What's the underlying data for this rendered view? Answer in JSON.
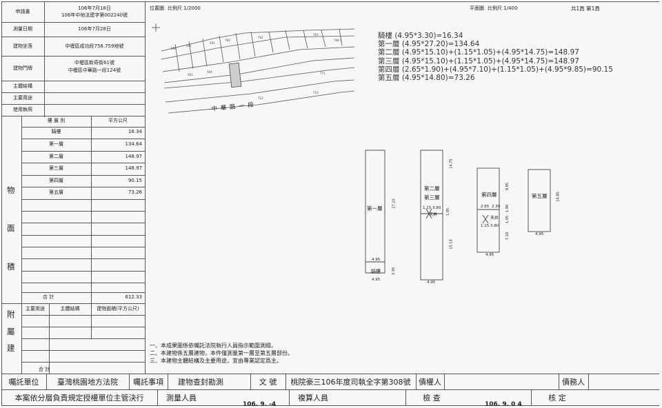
{
  "left_table": {
    "rows": [
      {
        "label": "申請書",
        "value": [
          "106年7月18日",
          "106年中地法建字第002240號"
        ]
      },
      {
        "label": "測量日期",
        "value": [
          "106年7月28日"
        ]
      },
      {
        "label": "建物坐落",
        "value": [
          "中壢區成功段758.759地號"
        ]
      },
      {
        "label": "建物門牌",
        "value": [
          "中壢區新奇街61號",
          "中壢區中華路一段124號"
        ]
      },
      {
        "label": "主體結構",
        "value": []
      },
      {
        "label": "主要用途",
        "value": []
      },
      {
        "label": "使用執照",
        "value": []
      }
    ],
    "area_header": {
      "floor": "樓 層 別",
      "unit": "平方公尺"
    },
    "side_chars": [
      "物",
      "面",
      "積"
    ],
    "area_rows": [
      {
        "floor": "騎樓",
        "area": "16.34"
      },
      {
        "floor": "第一層",
        "area": "134.64"
      },
      {
        "floor": "第二層",
        "area": "148.97"
      },
      {
        "floor": "第三層",
        "area": "148.97"
      },
      {
        "floor": "第四層",
        "area": "90.15"
      },
      {
        "floor": "第五層",
        "area": "73.26"
      }
    ],
    "total_label": "合   計",
    "total_value": "612.33",
    "annex_side": [
      "附",
      "屬",
      "建"
    ],
    "annex_headers": [
      "主要用途",
      "主體結構",
      "建物面積(平方公尺)"
    ],
    "annex_total_label": "合   計"
  },
  "location_map": {
    "label": "位置圖",
    "scale": "比例尺  1/2000",
    "road_name": "中   華   路   一   段"
  },
  "plan": {
    "label": "平面圖",
    "scale": "比例尺  1/400",
    "page": "共1頁  第1頁"
  },
  "calculations": [
    "騎樓 (4.95*3.30)=16.34",
    "第一層 (4.95*27.20)=134.64",
    "第二層 (4.95*15.10)+(1.15*1.05)+(4.95*14.75)=148.97",
    "第三層 (4.95*15.10)+(1.15*1.05)+(4.95*14.75)=148.97",
    "第四層 (2.65*1.90)+(4.95*7.10)+(1.15*1.05)+(4.95*9.85)=90.15",
    "第五層 (4.95*14.80)=73.26"
  ],
  "floor_plans": {
    "p1": {
      "label": "第一層",
      "arcade": "騎樓",
      "dim_side": "27.20",
      "dim_w": "4.95",
      "dim_arcade": "3.30",
      "dim_bottom": "4.95"
    },
    "p23": {
      "label_a": "第二層",
      "label_b": "第三層",
      "dim_top": "14.75",
      "dim_a": "1.15",
      "dim_b": "3.80",
      "dim_c": "1.05",
      "void": "天井",
      "dim_mid": "15.10",
      "dim_bottom": "4.95"
    },
    "p4": {
      "label": "第四層",
      "dim_top": "9.85",
      "dim_a": "2.65",
      "dim_b": "2.30",
      "dim_c": "1.90",
      "dim_d": "1.05",
      "dim_e": "1.15",
      "dim_f": "3.80",
      "void": "天井",
      "dim_mid": "7.10",
      "dim_bottom": "4.95"
    },
    "p5": {
      "label": "第五層",
      "dim_side": "14.80",
      "dim_bottom": "4.95"
    }
  },
  "notes": [
    "一、本成果圖係依囑託法院執行人員指示範圍測繪。",
    "二、本建物係五層建物，本件僅測量第一層至第五層部份。",
    "三、本建物主體結構及主要用途，宜由專業認定爲主。"
  ],
  "bottom": {
    "r1": {
      "entrust_unit_label": "囑託單位",
      "entrust_unit": "臺灣桃園地方法院",
      "entrust_item_label": "囑託事項",
      "entrust_item": "建物查封勘測",
      "doc_no_label": "文   號",
      "doc_no": "桃院豪三106年度司執全字第308號",
      "creditor_label": "債權人",
      "debtor_label": "債務人"
    },
    "r2": {
      "responsibility": "本案依分層負責規定授權單位主管決行",
      "surveyor_label": "測量人員",
      "reviewer_label": "複算人員",
      "check_label": "檢      查",
      "approve_label": "核      定",
      "date_a": "106. 9. -4",
      "date_b": "106. 9. 0 4"
    }
  }
}
